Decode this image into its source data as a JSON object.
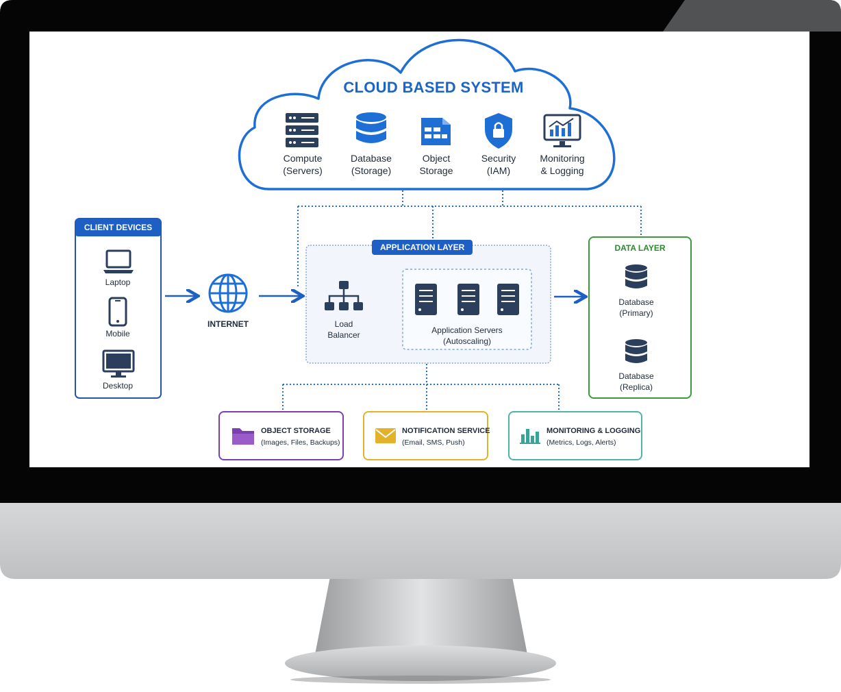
{
  "cloud": {
    "title": "CLOUD BASED SYSTEM",
    "services": [
      {
        "line1": "Compute",
        "line2": "(Servers)",
        "icon": "server-rack-icon"
      },
      {
        "line1": "Database",
        "line2": "(Storage)",
        "icon": "database-icon"
      },
      {
        "line1": "Object",
        "line2": "Storage",
        "icon": "object-storage-icon"
      },
      {
        "line1": "Security",
        "line2": "(IAM)",
        "icon": "shield-lock-icon"
      },
      {
        "line1": "Monitoring",
        "line2": "& Logging",
        "icon": "monitor-chart-icon"
      }
    ]
  },
  "client": {
    "title": "CLIENT DEVICES",
    "devices": [
      {
        "label": "Laptop",
        "icon": "laptop-icon"
      },
      {
        "label": "Mobile",
        "icon": "mobile-icon"
      },
      {
        "label": "Desktop",
        "icon": "desktop-icon"
      }
    ]
  },
  "internet": {
    "label": "INTERNET",
    "icon": "globe-icon"
  },
  "app_layer": {
    "title": "APPLICATION LAYER",
    "load_balancer": {
      "line1": "Load",
      "line2": "Balancer",
      "icon": "network-tree-icon"
    },
    "servers": {
      "line1": "Application Servers",
      "line2": "(Autoscaling)",
      "icon": "server-icon"
    }
  },
  "data_layer": {
    "title": "DATA LAYER",
    "primary": {
      "line1": "Database",
      "line2": "(Primary)"
    },
    "replica": {
      "line1": "Database",
      "line2": "(Replica)"
    }
  },
  "bottom": [
    {
      "title": "OBJECT STORAGE",
      "sub": "(Images, Files, Backups)",
      "icon": "folder-icon",
      "color": "#7b3fb0"
    },
    {
      "title": "NOTIFICATION SERVICE",
      "sub": "(Email, SMS, Push)",
      "icon": "envelope-icon",
      "color": "#e3b12a"
    },
    {
      "title": "MONITORING & LOGGING",
      "sub": "(Metrics, Logs, Alerts)",
      "icon": "bar-chart-icon",
      "color": "#4fb3a8"
    }
  ],
  "colors": {
    "bezel": "#050505",
    "chin": "#d0d1d3",
    "stand": "#c3c4c6",
    "accent_blue": "#1d5fc4",
    "icon_navy": "#2b3e5c",
    "data_green": "#2b8a2b"
  }
}
